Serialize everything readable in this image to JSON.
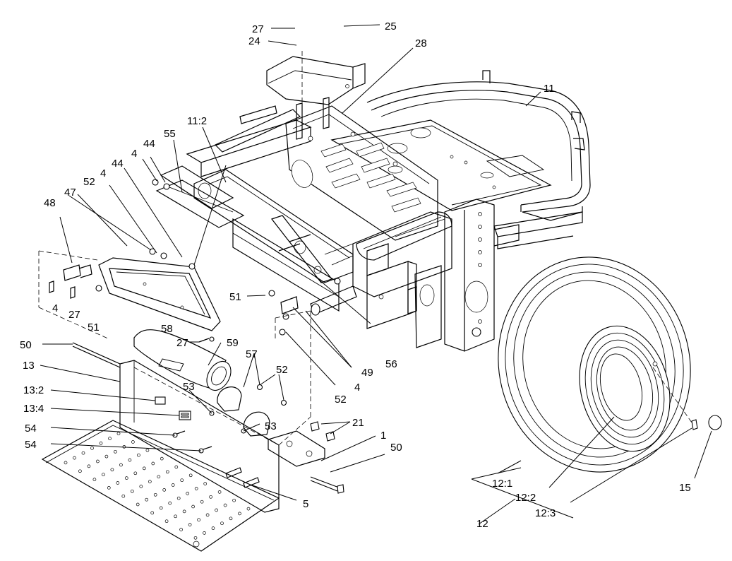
{
  "callouts": [
    {
      "id": "c-27-top",
      "label": "27"
    },
    {
      "id": "c-25",
      "label": "25"
    },
    {
      "id": "c-24",
      "label": "24"
    },
    {
      "id": "c-28",
      "label": "28"
    },
    {
      "id": "c-11",
      "label": "11"
    },
    {
      "id": "c-11-2",
      "label": "11:2"
    },
    {
      "id": "c-55",
      "label": "55"
    },
    {
      "id": "c-4-a",
      "label": "4"
    },
    {
      "id": "c-44-a",
      "label": "44"
    },
    {
      "id": "c-44-b",
      "label": "44"
    },
    {
      "id": "c-4-b",
      "label": "4"
    },
    {
      "id": "c-52-a",
      "label": "52"
    },
    {
      "id": "c-47",
      "label": "47"
    },
    {
      "id": "c-48",
      "label": "48"
    },
    {
      "id": "c-4-c",
      "label": "4"
    },
    {
      "id": "c-27-b",
      "label": "27"
    },
    {
      "id": "c-51-a",
      "label": "51"
    },
    {
      "id": "c-51-b",
      "label": "51"
    },
    {
      "id": "c-58",
      "label": "58"
    },
    {
      "id": "c-27-c",
      "label": "27"
    },
    {
      "id": "c-59",
      "label": "59"
    },
    {
      "id": "c-57",
      "label": "57"
    },
    {
      "id": "c-52-b",
      "label": "52"
    },
    {
      "id": "c-50-a",
      "label": "50"
    },
    {
      "id": "c-13",
      "label": "13"
    },
    {
      "id": "c-13-2",
      "label": "13:2"
    },
    {
      "id": "c-13-4",
      "label": "13:4"
    },
    {
      "id": "c-53-a",
      "label": "53"
    },
    {
      "id": "c-53-b",
      "label": "53"
    },
    {
      "id": "c-54-a",
      "label": "54"
    },
    {
      "id": "c-54-b",
      "label": "54"
    },
    {
      "id": "c-21",
      "label": "21"
    },
    {
      "id": "c-1",
      "label": "1"
    },
    {
      "id": "c-50-b",
      "label": "50"
    },
    {
      "id": "c-5",
      "label": "5"
    },
    {
      "id": "c-56",
      "label": "56"
    },
    {
      "id": "c-49",
      "label": "49"
    },
    {
      "id": "c-4-d",
      "label": "4"
    },
    {
      "id": "c-52-c",
      "label": "52"
    },
    {
      "id": "c-12-1",
      "label": "12:1"
    },
    {
      "id": "c-12-2",
      "label": "12:2"
    },
    {
      "id": "c-12-3",
      "label": "12:3"
    },
    {
      "id": "c-12",
      "label": "12"
    },
    {
      "id": "c-15",
      "label": "15"
    }
  ]
}
